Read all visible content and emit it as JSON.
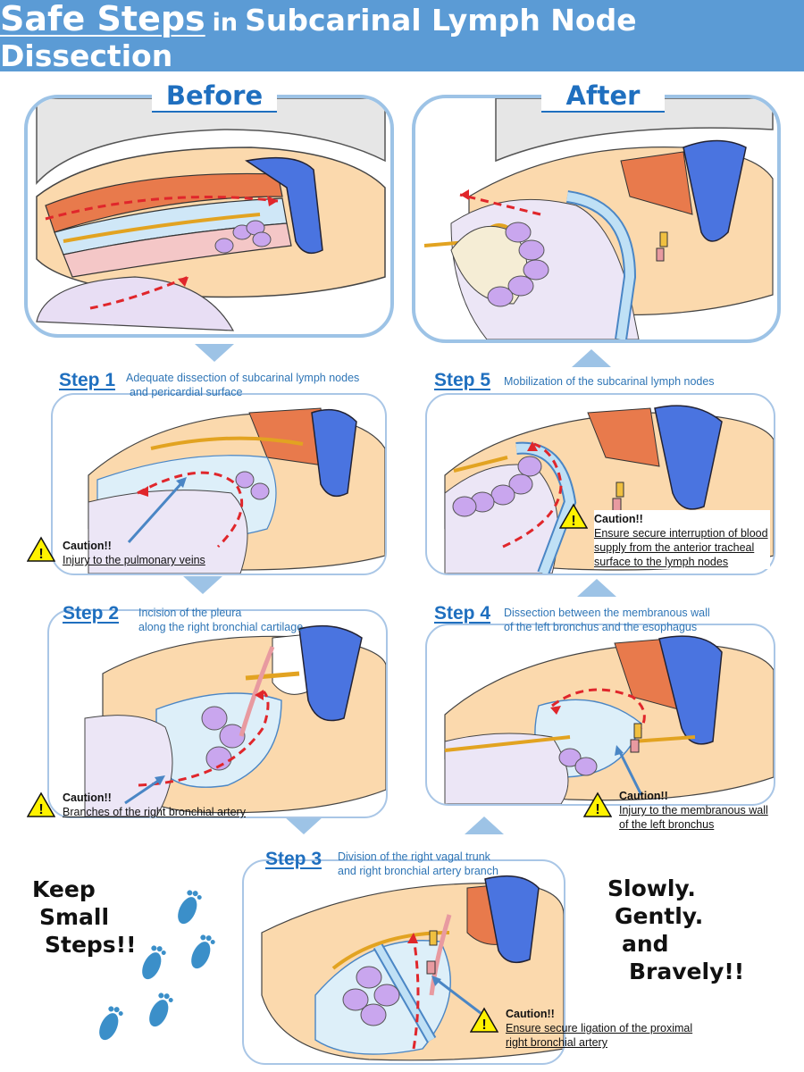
{
  "title": {
    "part1": "Safe Steps",
    "part2": "in",
    "part3": "Subcarinal Lymph Node Dissection"
  },
  "before": {
    "label": "Before"
  },
  "after": {
    "label": "After"
  },
  "steps": [
    {
      "label": "Step 1",
      "desc_line1": "Adequate dissection of subcarinal lymph nodes",
      "desc_line2": "and pericardial surface",
      "caution_title": "Caution!!",
      "caution_lines": [
        "Injury to the pulmonary veins"
      ]
    },
    {
      "label": "Step 2",
      "desc_line1": "Incision of the pleura",
      "desc_line2": "along the right bronchial cartilage",
      "caution_title": "Caution!!",
      "caution_lines": [
        "Branches of the right bronchial artery"
      ]
    },
    {
      "label": "Step 3",
      "desc_line1": "Division of the right vagal trunk",
      "desc_line2": "and right bronchial artery branch",
      "caution_title": "Caution!!",
      "caution_lines": [
        "Ensure secure ligation of the proximal",
        "right bronchial artery"
      ]
    },
    {
      "label": "Step 4",
      "desc_line1": "Dissection between the membranous wall",
      "desc_line2": "of the left bronchus and the esophagus",
      "caution_title": "Caution!!",
      "caution_lines": [
        "Injury to the membranous wall",
        "of the left bronchus"
      ]
    },
    {
      "label": "Step 5",
      "desc_line1": "Mobilization of the subcarinal lymph nodes",
      "desc_line2": "",
      "caution_title": "Caution!!",
      "caution_lines": [
        "Ensure secure interruption of blood",
        "supply from the anterior tracheal",
        "surface to the lymph nodes"
      ]
    }
  ],
  "slogan_left": [
    "Keep",
    "Small",
    "Steps!!"
  ],
  "slogan_right": [
    "Slowly.",
    "Gently.",
    "and",
    "Bravely!!"
  ],
  "colors": {
    "banner": "#5b9bd5",
    "panel_border": "#9dc3e6",
    "step_text": "#1f6fbf",
    "arrow_dashed": "#e0262b",
    "lymph_node": "#c9a6ee",
    "caution_yellow": "#fff200"
  }
}
